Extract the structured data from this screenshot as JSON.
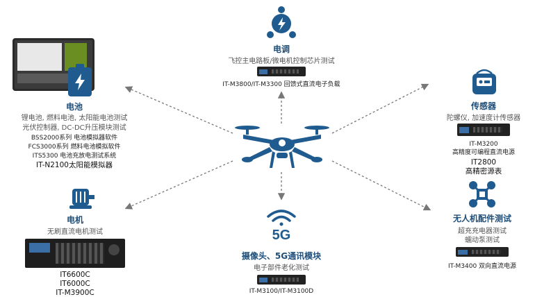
{
  "center": {
    "icon": "drone-icon"
  },
  "colors": {
    "accent": "#1f5b8e",
    "title": "#1f4e79",
    "arrow": "#777777"
  },
  "esc": {
    "title": "电调",
    "desc": "飞控主电路板/微电机控制芯片测试",
    "items": [
      "IT-M3800/IT-M3300 回馈式直流电子负载"
    ]
  },
  "battery": {
    "title": "电池",
    "desc": [
      "锂电池, 燃料电池, 太阳能电池测试",
      "光伏控制器, DC-DC升压模块测试"
    ],
    "items": [
      "BSS2000系列 电池模拟器软件",
      "FCS3000系列 燃料电池模拟软件",
      "ITS5300 电池充放电测试系统",
      "IT-N2100太阳能模拟器"
    ]
  },
  "sensor": {
    "title": "传感器",
    "desc": "陀螺仪, 加速度计传感器",
    "items": [
      "IT-M3200",
      "高精度可编程直流电源",
      "IT2800",
      "高精密源表"
    ]
  },
  "motor": {
    "title": "电机",
    "desc": "无刷直流电机测试",
    "items": [
      "IT6600C",
      "IT6000C",
      "IT-M3900C"
    ]
  },
  "comm": {
    "title": "摄像头、5G通讯模块",
    "desc": "电子部件老化测试",
    "badge": "5G",
    "items": [
      "IT-M3100/IT-M3100D"
    ]
  },
  "parts": {
    "title": "无人机配件测试",
    "desc": [
      "超充充电器测试",
      "蠕动泵测试"
    ],
    "items": [
      "IT-M3400 双向直流电源"
    ]
  }
}
